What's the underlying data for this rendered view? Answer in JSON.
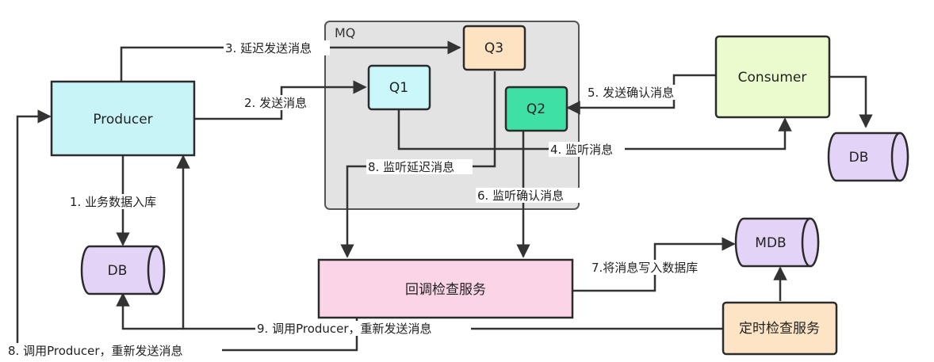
{
  "mq": {
    "title": "MQ"
  },
  "nodes": {
    "producer": "Producer",
    "q1": "Q1",
    "q2": "Q2",
    "q3": "Q3",
    "consumer": "Consumer",
    "db_producer": "DB",
    "db_consumer": "DB",
    "mdb": "MDB",
    "callback_service": "回调检查服务",
    "scheduled_service": "定时检查服务"
  },
  "edges": {
    "step1": "1. 业务数据入库",
    "step2": "2. 发送消息",
    "step3": "3. 延迟发送消息",
    "step4": "4. 监听消息",
    "step5": "5. 发送确认消息",
    "step6": "6. 监听确认消息",
    "step7": "7.将消息写入数据库",
    "step8a": "8. 监听延迟消息",
    "step8b": "8. 调用Producer，重新发送消息",
    "step9": "9. 调用Producer，重新发送消息"
  },
  "colors": {
    "producer": "#c9f4f7",
    "q1": "#c9f7fa",
    "q2": "#3fe0a6",
    "q3": "#fde3c2",
    "consumer": "#eafbce",
    "db": "#e3d4f7",
    "callback_service": "#fbd4e8",
    "scheduled_service": "#fde4c4",
    "mq_container": "#e3e3e3"
  }
}
